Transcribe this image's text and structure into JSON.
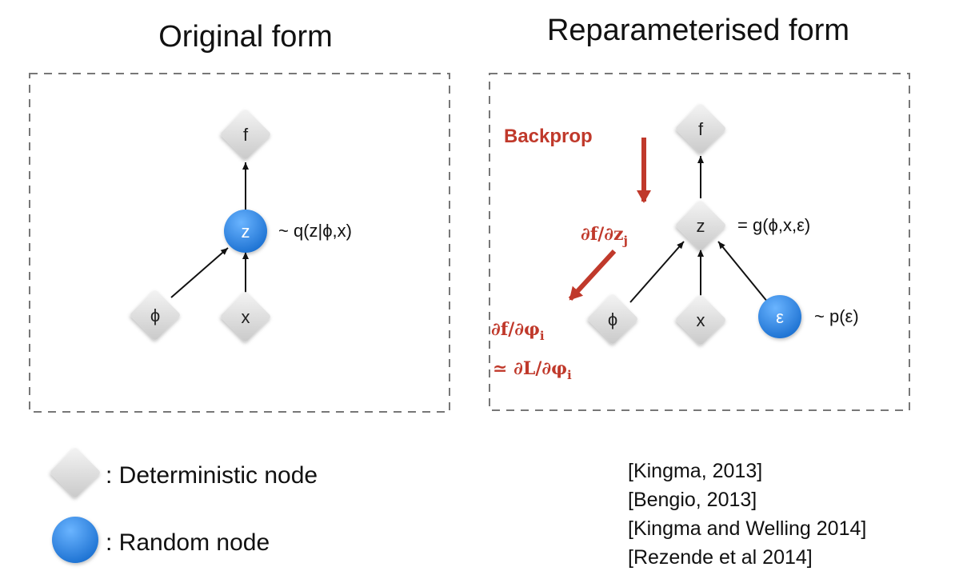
{
  "titles": {
    "original": "Original form",
    "reparam": "Reparameterised form"
  },
  "original": {
    "nodes": {
      "f": "f",
      "z": "z",
      "phi": "ϕ",
      "x": "x"
    },
    "z_annotation": "~ q(z|ϕ,x)"
  },
  "reparam": {
    "nodes": {
      "f": "f",
      "z": "z",
      "phi": "ϕ",
      "x": "x",
      "eps": "ε"
    },
    "z_annotation": "= g(ϕ,x,ε)",
    "eps_annotation": "~ p(ε)",
    "backprop_label": "Backprop",
    "grad_z": {
      "main": "∂f/∂z",
      "sub": "j"
    },
    "grad_phi": {
      "main": "∂f/∂φ",
      "sub": "i"
    },
    "grad_L": {
      "main": "≃ ∂L/∂φ",
      "sub": "i"
    }
  },
  "legend": {
    "deterministic": ": Deterministic node",
    "random": ": Random node"
  },
  "references": [
    "[Kingma, 2013]",
    "[Bengio, 2013]",
    "[Kingma and Welling 2014]",
    "[Rezende et al 2014]"
  ],
  "colors": {
    "accent_red": "#c0392b",
    "random_node_blue": "#2a7fdc",
    "deterministic_gray": "#dcdcdc"
  }
}
